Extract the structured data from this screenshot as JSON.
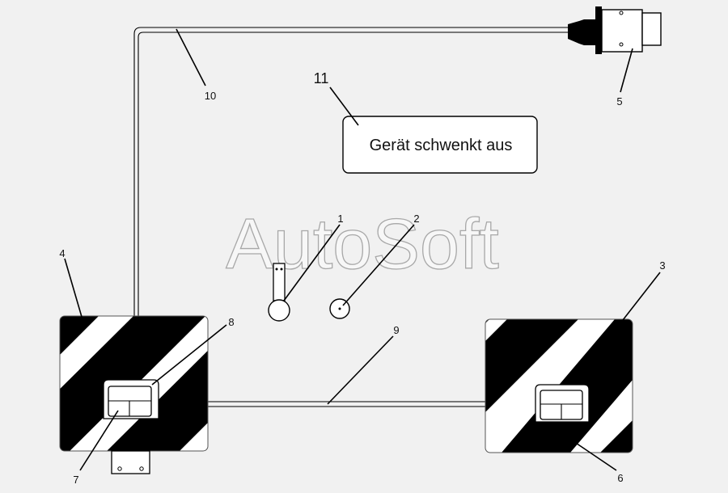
{
  "watermark": "AutoSoft",
  "message_box": {
    "text": "Gerät schwenkt aus"
  },
  "callouts": {
    "c1": "1",
    "c2": "2",
    "c3": "3",
    "c4": "4",
    "c5": "5",
    "c6": "6",
    "c7": "7",
    "c8": "8",
    "c9": "9",
    "c10": "10",
    "c11": "11"
  },
  "colors": {
    "background": "#f1f1f1",
    "stripe_dark": "#000000",
    "stripe_light": "#ffffff",
    "line": "#000000"
  }
}
